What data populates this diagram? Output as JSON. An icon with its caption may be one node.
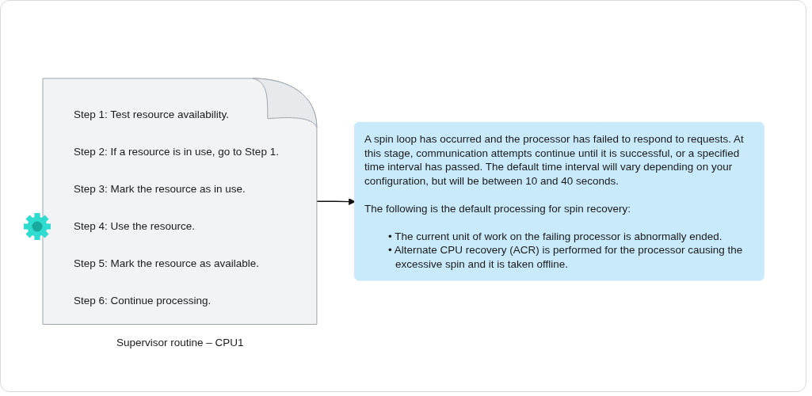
{
  "diagram": {
    "nodes": [
      {
        "text": [
          "Step 1: Test resource availability.",
          "Step 2: If a resource is in use, go to Step 1.",
          "Step 3: Mark the resource as in use.",
          "Step 4: Use the resource.",
          "Step 5: Mark the resource as available.",
          "Step 6: Continue processing."
        ],
        "beside": [
          "Supervisor routine – CPU1"
        ]
      },
      {
        "text": [
          "A spin loop has occurred and the processor has failed to respond to requests. At this stage, communication attempts continue until it is successful, or a specified time interval has passed. The default time interval will vary depending on your configuration, but will be between 10 and 40 seconds.",
          "The following is the default processing for spin recovery:",
          "• The current unit of work on the failing processor is abnormally ended.",
          "• Alternate CPU recovery (ACR) is performed for the processor causing the excessive spin and it is taken offline."
        ]
      }
    ],
    "edges": [
      {
        "from": 0,
        "to": 1,
        "arrow": "to"
      }
    ]
  }
}
